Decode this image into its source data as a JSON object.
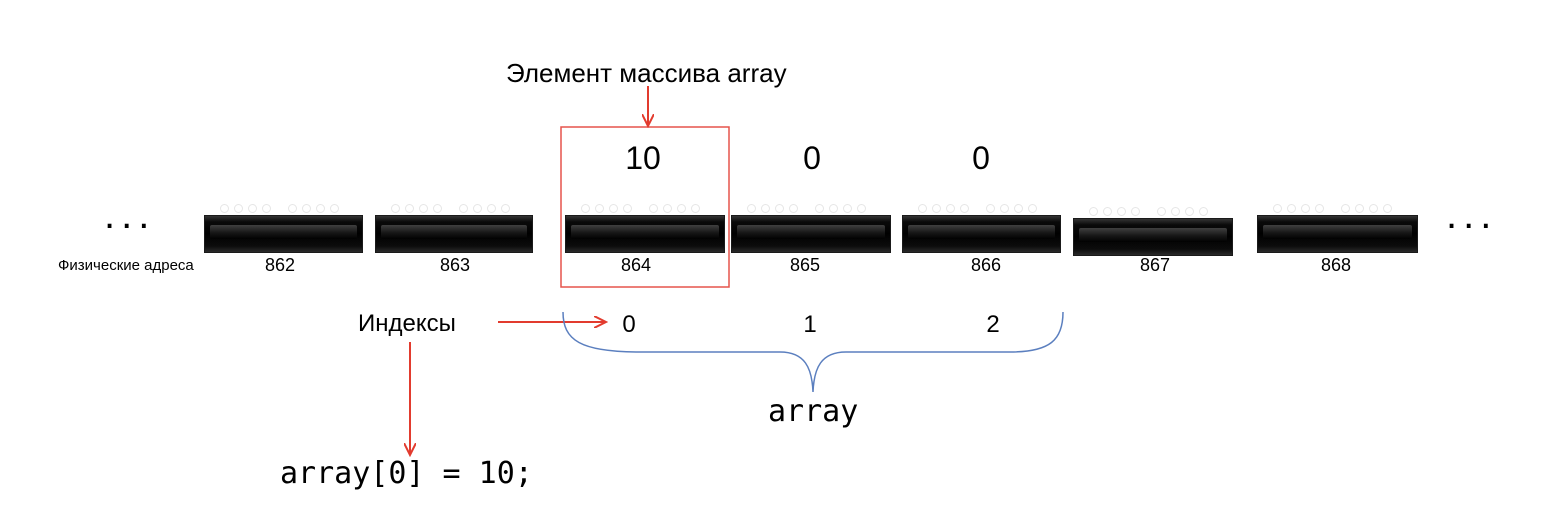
{
  "title": "Элемент массива array",
  "ellipsis_left": "...",
  "ellipsis_right": "...",
  "physical_addresses_label": "Физические адреса",
  "cells": [
    {
      "address": "862",
      "value": ""
    },
    {
      "address": "863",
      "value": ""
    },
    {
      "address": "864",
      "value": "10"
    },
    {
      "address": "865",
      "value": "0"
    },
    {
      "address": "866",
      "value": "0"
    },
    {
      "address": "867",
      "value": ""
    },
    {
      "address": "868",
      "value": ""
    }
  ],
  "indices_label": "Индексы",
  "indices": [
    "0",
    "1",
    "2"
  ],
  "array_name": "array",
  "code": "array[0] = 10;",
  "colors": {
    "arrow": "#e23b2e",
    "highlight_box": "#e5544b",
    "brace": "#5b7fbf",
    "cell": "#000000"
  }
}
